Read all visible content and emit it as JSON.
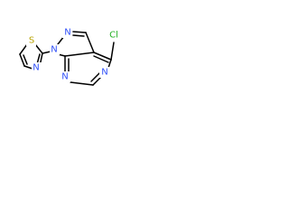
{
  "molecule": {
    "atoms": {
      "s1": {
        "symbol": "S",
        "color": "#b8a200"
      },
      "n_thz": {
        "symbol": "N",
        "color": "#3050f8"
      },
      "n1": {
        "symbol": "N",
        "color": "#3050f8"
      },
      "n2": {
        "symbol": "N",
        "color": "#3050f8"
      },
      "n7": {
        "symbol": "N",
        "color": "#3050f8"
      },
      "n5": {
        "symbol": "N",
        "color": "#3050f8"
      },
      "cl": {
        "symbol": "Cl",
        "color": "#22b022"
      }
    },
    "bond_color": "#000000"
  }
}
